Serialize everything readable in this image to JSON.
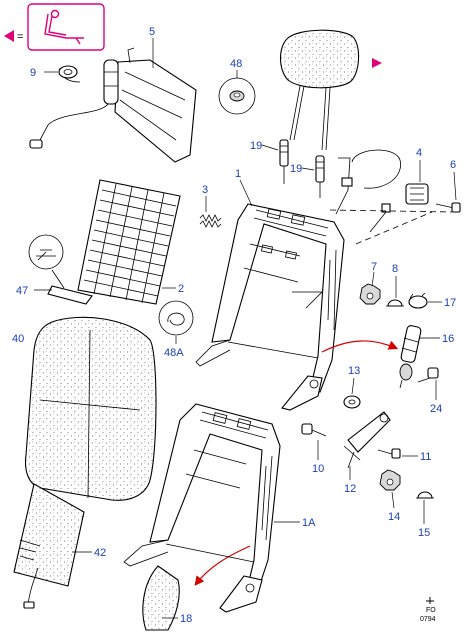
{
  "legend": {
    "symbol_text": "=",
    "triangle_color": "#e0007a"
  },
  "colors": {
    "callout": "#1a3fb8",
    "highlight": "#e0007a",
    "arrow": "#d40000"
  },
  "callouts": {
    "c1": "1",
    "c1a": "1A",
    "c2": "2",
    "c3": "3",
    "c4": "4",
    "c5": "5",
    "c6": "6",
    "c7": "7",
    "c8": "8",
    "c9": "9",
    "c10": "10",
    "c11": "11",
    "c12": "12",
    "c13": "13",
    "c14": "14",
    "c15": "15",
    "c16": "16",
    "c17": "17",
    "c18": "18",
    "c19a": "19",
    "c19b": "19",
    "c24": "24",
    "c40": "40",
    "c42": "42",
    "c47": "47",
    "c48": "48",
    "c48a": "48A"
  },
  "drawing_code": {
    "line1": "FO",
    "line2": "0794"
  }
}
